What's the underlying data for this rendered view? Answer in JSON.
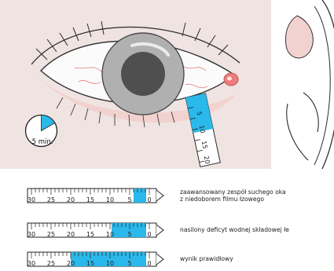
{
  "timer": {
    "label": "5 min."
  },
  "scale": {
    "labels": [
      "30",
      "25",
      "20",
      "15",
      "10",
      "5",
      "0"
    ]
  },
  "strip_fill_color": "#2bb8ea",
  "rows": [
    {
      "caption_line1": "zaawansowany zespół suchego oka",
      "caption_line2": "z niedoborem filmu łzowego",
      "wet_mm": 3
    },
    {
      "caption_line1": "nasilony deficyt wodnej składowej łe",
      "caption_line2": "",
      "wet_mm": 8
    },
    {
      "caption_line1": "wynik prawidłowy",
      "caption_line2": "",
      "wet_mm": 20
    }
  ],
  "insert_strip": {
    "labels": [
      "5",
      "10",
      "15",
      "20"
    ]
  }
}
